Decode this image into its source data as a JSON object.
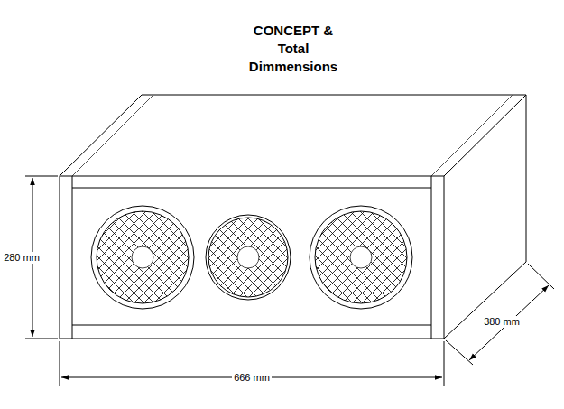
{
  "diagram": {
    "title": "CONCEPT & Total Dimmensions",
    "labels": [
      "280 mm",
      "666 mm",
      "380 mm"
    ]
  }
}
